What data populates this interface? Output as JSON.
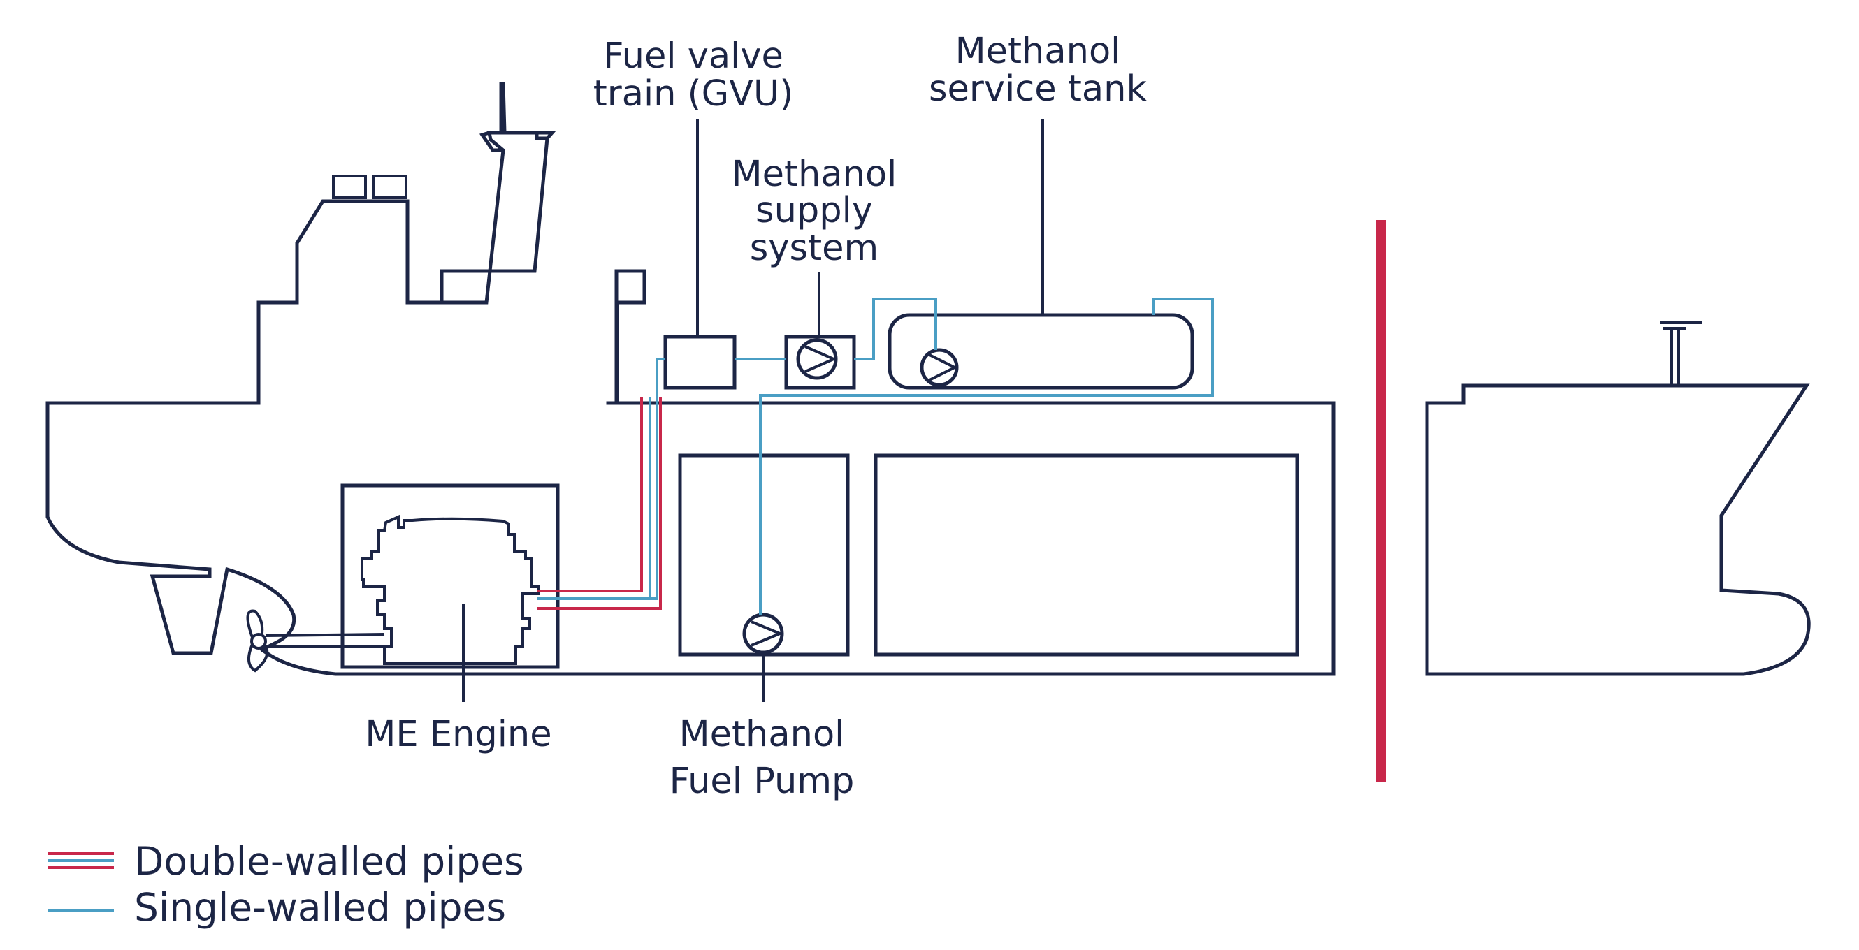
{
  "labels": {
    "gvu": [
      "Fuel valve",
      "train (GVU)"
    ],
    "service_tank": [
      "Methanol",
      "service tank"
    ],
    "supply_system": [
      "Methanol",
      "supply",
      "system"
    ],
    "me_engine": "ME Engine",
    "fuel_pump": [
      "Methanol",
      "Fuel Pump"
    ]
  },
  "legend": {
    "double_walled": "Double-walled pipes",
    "single_walled": "Single-walled pipes"
  },
  "colors": {
    "outline": "#1c2545",
    "double_wall_outer": "#c8274a",
    "single_wall": "#4a9ec4",
    "separator": "#c8274a"
  }
}
